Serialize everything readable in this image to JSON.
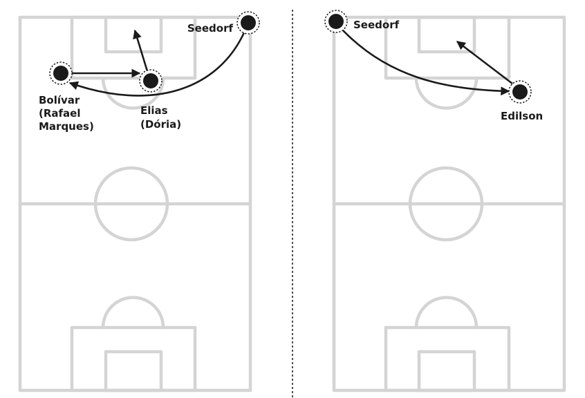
{
  "left_panel": {
    "players": {
      "seedorf": {
        "name": "Seedorf"
      },
      "bolivar": {
        "name_lines": [
          "Bolívar",
          "(Rafael",
          "Marques)"
        ]
      },
      "elias": {
        "name_lines": [
          "Elias",
          "(Dória)"
        ]
      }
    },
    "passes": [
      {
        "from": "bolivar",
        "to": "elias",
        "kind": "straight"
      },
      {
        "from": "elias",
        "to": "upfield",
        "kind": "straight"
      },
      {
        "from": "seedorf",
        "to": "bolivar",
        "kind": "curved"
      }
    ]
  },
  "right_panel": {
    "players": {
      "seedorf": {
        "name": "Seedorf"
      },
      "edilson": {
        "name": "Edilson"
      }
    },
    "passes": [
      {
        "from": "seedorf",
        "to": "edilson",
        "kind": "curved"
      },
      {
        "from": "edilson",
        "to": "upfield",
        "kind": "straight"
      }
    ]
  },
  "colors": {
    "pitch_lines": "#d4d4d4",
    "ink": "#1a1a1a",
    "background": "#ffffff"
  }
}
